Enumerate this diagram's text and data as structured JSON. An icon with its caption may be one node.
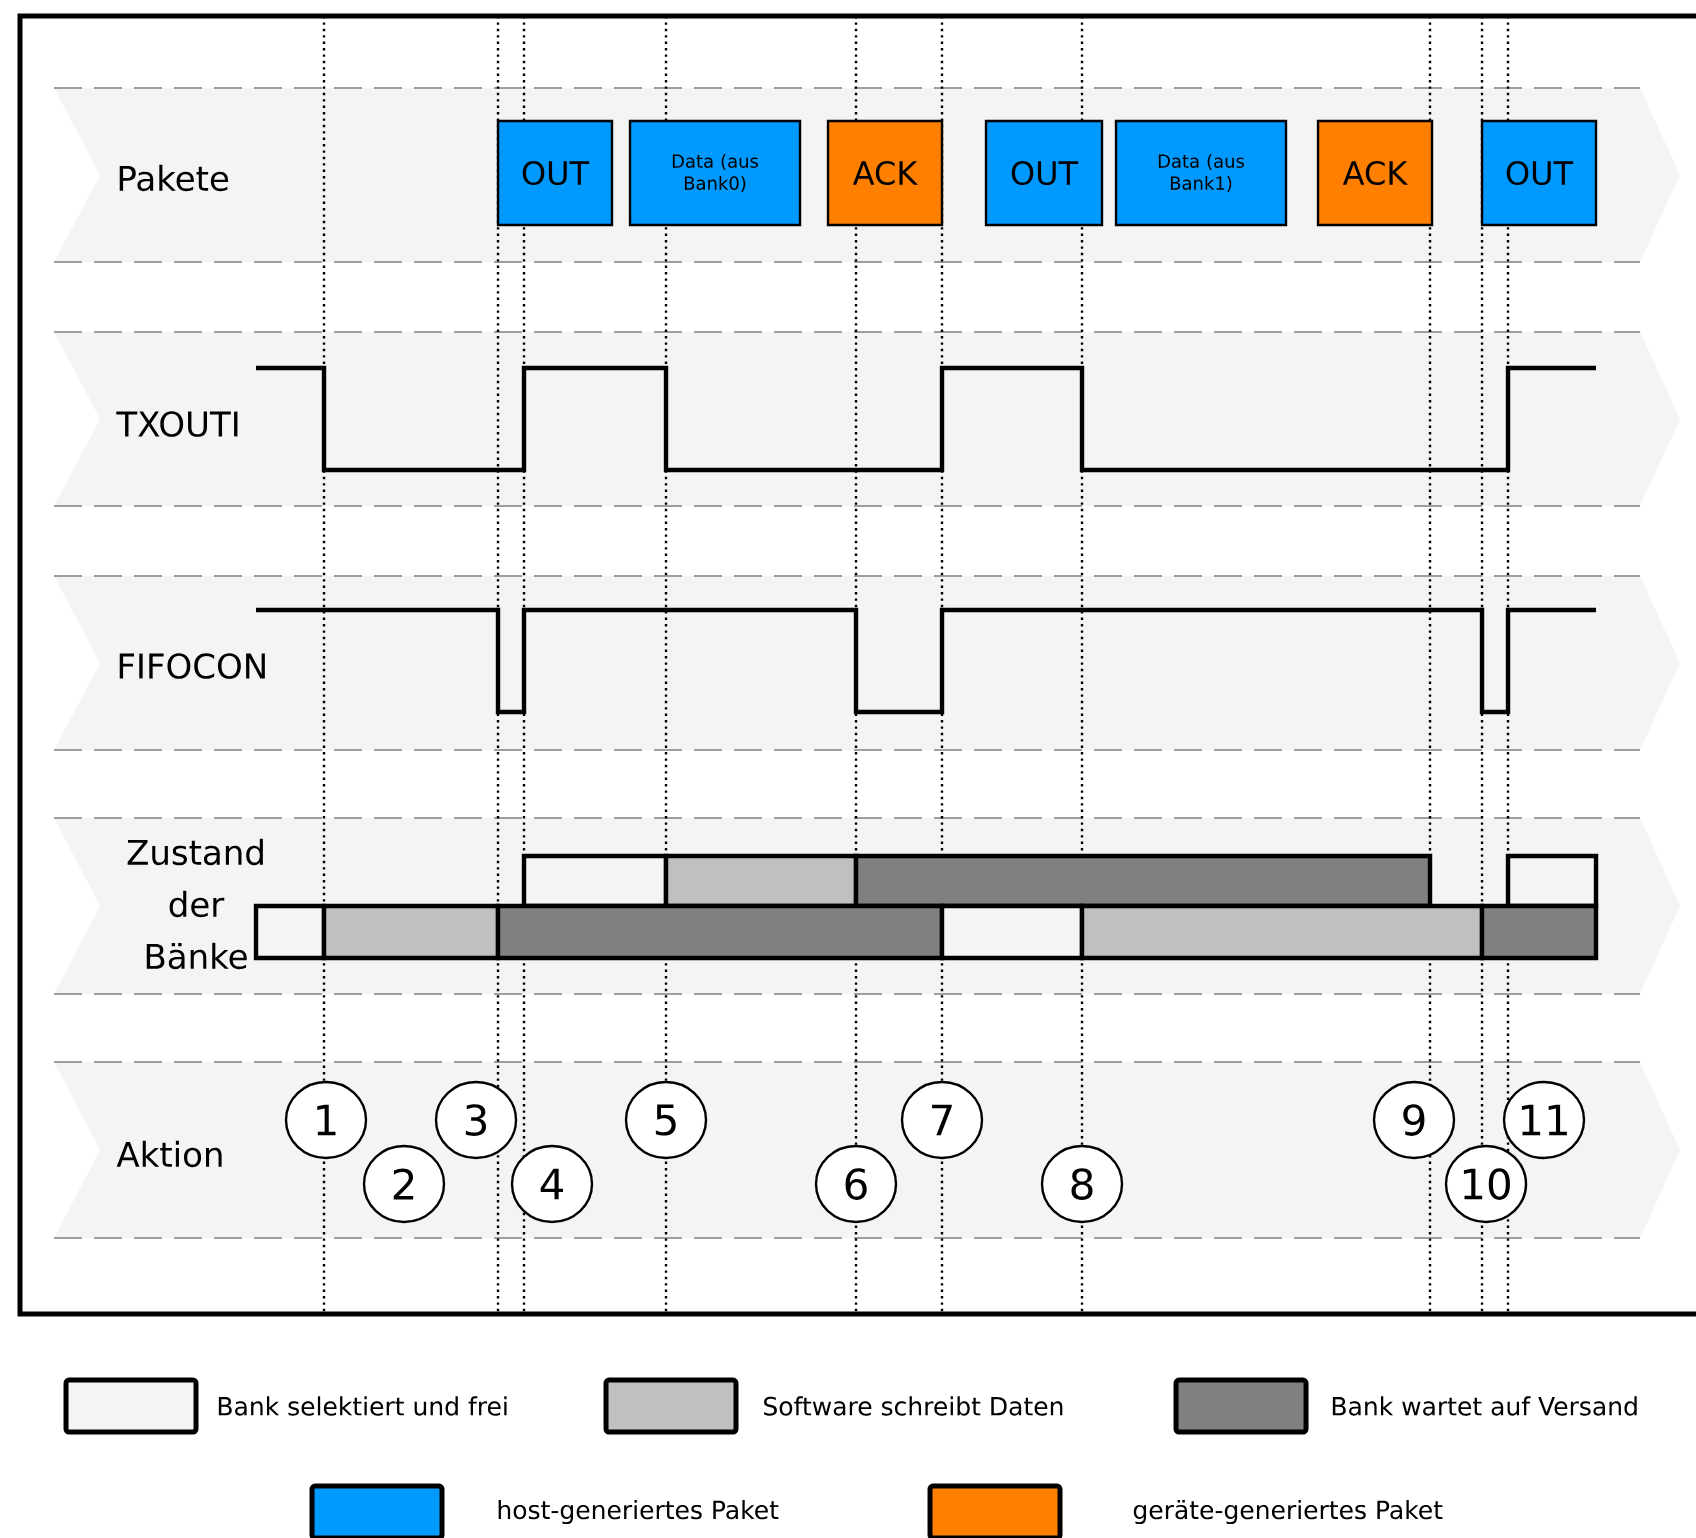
{
  "diagram": {
    "nodes": [
      {
        "text": [
          "Pakete"
        ]
      },
      {
        "text": [
          "OUT"
        ],
        "in": 0
      },
      {
        "text": [
          "Data (aus Bank0)"
        ],
        "in": 0
      },
      {
        "text": [
          "ACK"
        ],
        "in": 0
      },
      {
        "text": [
          "OUT"
        ],
        "in": 0
      },
      {
        "text": [
          "Data (aus Bank1)"
        ],
        "in": 0
      },
      {
        "text": [
          "ACK"
        ],
        "in": 0
      },
      {
        "text": [
          "OUT"
        ],
        "in": 0
      },
      {
        "text": [
          "TXOUTI"
        ]
      },
      {
        "text": [
          "FIFOCON"
        ]
      },
      {
        "text": [
          "Zustand der Bänke"
        ]
      },
      {
        "text": [
          "Aktion"
        ]
      },
      {
        "text": [
          "1"
        ],
        "in": 11
      },
      {
        "text": [
          "2"
        ],
        "in": 11
      },
      {
        "text": [
          "3"
        ],
        "in": 11
      },
      {
        "text": [
          "4"
        ],
        "in": 11
      },
      {
        "text": [
          "5"
        ],
        "in": 11
      },
      {
        "text": [
          "6"
        ],
        "in": 11
      },
      {
        "text": [
          "7"
        ],
        "in": 11
      },
      {
        "text": [
          "8"
        ],
        "in": 11
      },
      {
        "text": [
          "9"
        ],
        "in": 11
      },
      {
        "text": [
          "10"
        ],
        "in": 11
      },
      {
        "text": [
          "11"
        ],
        "in": 11
      }
    ],
    "legend": [
      {
        "text": "Bank selektiert und frei",
        "color": "#f4f4f4"
      },
      {
        "text": "Software schreibt Daten",
        "color": "#c0c0c0"
      },
      {
        "text": "Bank wartet auf Versand",
        "color": "#808080"
      },
      {
        "text": "host-generiertes Paket",
        "color": "#0099ff"
      },
      {
        "text": "geräte-generiertes Paket",
        "color": "#ff8000"
      }
    ]
  }
}
